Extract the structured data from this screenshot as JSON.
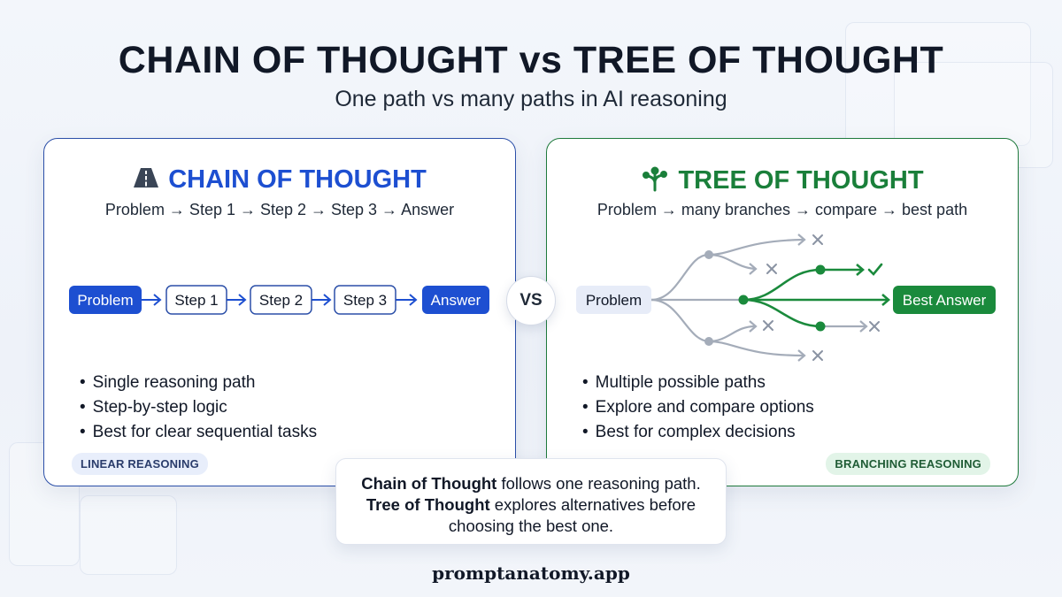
{
  "header": {
    "title": "CHAIN OF THOUGHT vs TREE OF THOUGHT",
    "subtitle": "One path vs many paths in AI reasoning"
  },
  "chain": {
    "title": "CHAIN OF THOUGHT",
    "flow": "Problem → Step 1 → Step 2 → Step 3 → Answer",
    "nodes": [
      "Problem",
      "Step 1",
      "Step 2",
      "Step 3",
      "Answer"
    ],
    "bullets": [
      "Single reasoning path",
      "Step-by-step logic",
      "Best for clear sequential tasks"
    ],
    "tag": "LINEAR REASONING",
    "icon": "road-icon",
    "accent": "#1d4fd1"
  },
  "vs_label": "VS",
  "tree": {
    "title": "TREE OF THOUGHT",
    "flow": "Problem → many branches → compare → best path",
    "start_node": "Problem",
    "end_node": "Best Answer",
    "bullets": [
      "Multiple possible paths",
      "Explore and compare options",
      "Best for complex decisions"
    ],
    "tag": "BRANCHING REASONING",
    "icon": "tree-icon",
    "accent": "#1a7f3a"
  },
  "summary": {
    "line1_bold": "Chain of Thought",
    "line1_rest": " follows one reasoning path.",
    "line2_bold": "Tree of Thought",
    "line2_rest": " explores alternatives before",
    "line3": "choosing the best one."
  },
  "footer": "promptanatomy.app"
}
